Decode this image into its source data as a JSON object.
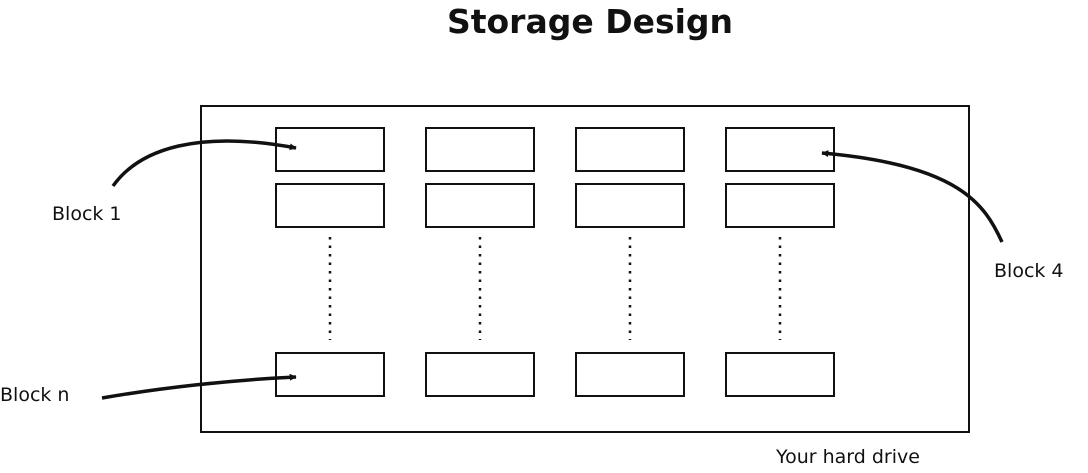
{
  "title": "Storage Design",
  "labels": {
    "block_1": "Block 1",
    "block_4": "Block 4",
    "block_n": "Block n",
    "hard_drive": "Your hard drive"
  }
}
